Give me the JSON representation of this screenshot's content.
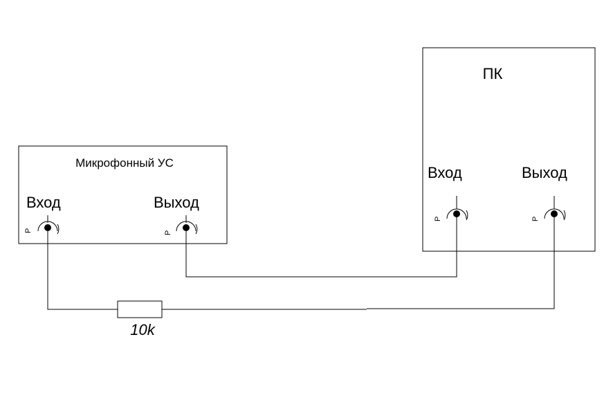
{
  "amp": {
    "title": "Микрофонный УС",
    "input_label": "Вход",
    "output_label": "Выход",
    "jack_mark": "P"
  },
  "pc": {
    "title": "ПК",
    "input_label": "Вход",
    "output_label": "Выход",
    "jack_mark": "P"
  },
  "resistor": {
    "value": "10k"
  }
}
